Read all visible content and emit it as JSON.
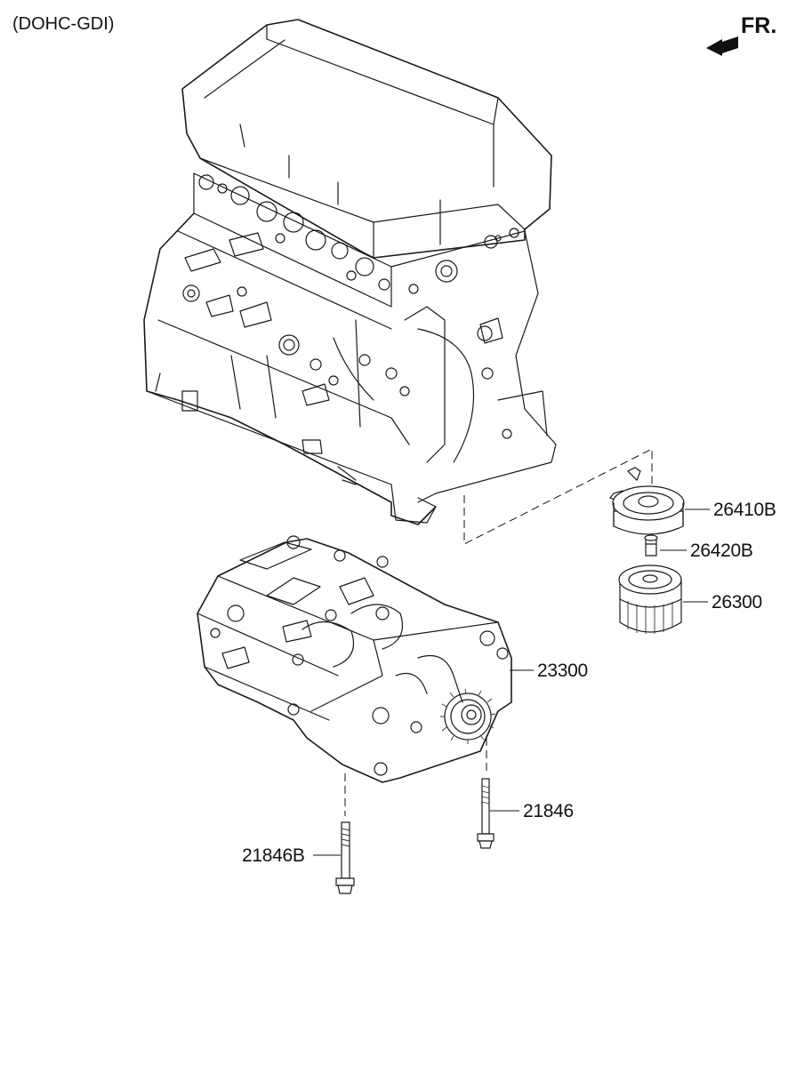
{
  "header": {
    "variant_label": "(DOHC-GDI)",
    "direction_label": "FR."
  },
  "icons": {
    "direction_arrow": "front-direction-arrow-icon"
  },
  "parts": [
    {
      "number": "26410B",
      "name_icon": "oil-filter-adapter"
    },
    {
      "number": "26420B",
      "name_icon": "oil-filter-fitting"
    },
    {
      "number": "26300",
      "name_icon": "oil-filter"
    },
    {
      "number": "23300",
      "name_icon": "balance-shaft-module"
    },
    {
      "number": "21846",
      "name_icon": "bolt"
    },
    {
      "number": "21846B",
      "name_icon": "bolt"
    }
  ]
}
